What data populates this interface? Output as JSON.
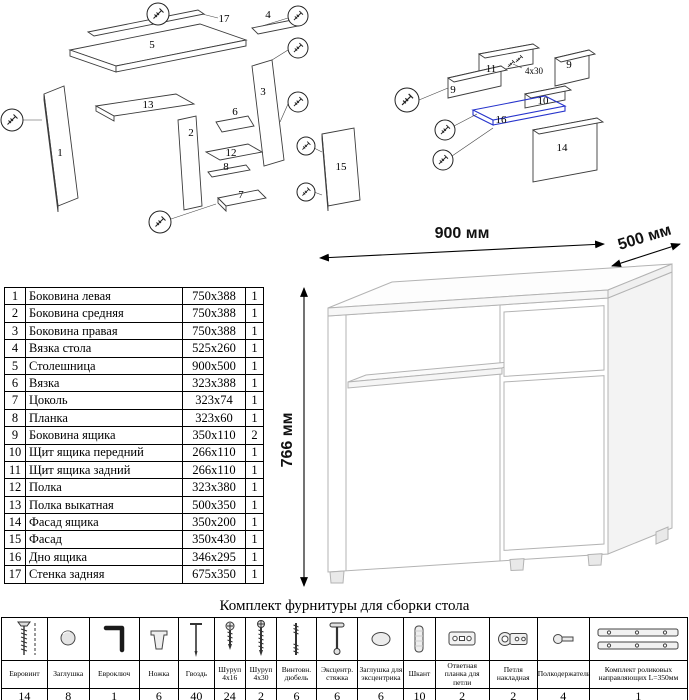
{
  "desk_dimensions": {
    "width": "900 мм",
    "depth": "500 мм",
    "height": "766 мм"
  },
  "main_diagram": {
    "labels": {
      "p5": "5",
      "p17": "17",
      "p4": "4",
      "p1": "1",
      "p13": "13",
      "p2": "2",
      "p3": "3",
      "p6": "6",
      "p12": "12",
      "p8": "8",
      "p7": "7",
      "p15": "15"
    }
  },
  "drawer_diagram": {
    "labels": {
      "p11": "11",
      "p9a": "9",
      "p9b": "9",
      "p10": "10",
      "p16": "16",
      "p14": "14"
    },
    "screw_note": "4x30"
  },
  "parts_table": {
    "rows": [
      {
        "num": "1",
        "name": "Боковина левая",
        "size": "750x388",
        "qty": "1"
      },
      {
        "num": "2",
        "name": "Боковина средняя",
        "size": "750x388",
        "qty": "1"
      },
      {
        "num": "3",
        "name": "Боковина правая",
        "size": "750x388",
        "qty": "1"
      },
      {
        "num": "4",
        "name": "Вязка стола",
        "size": "525x260",
        "qty": "1"
      },
      {
        "num": "5",
        "name": "Столешница",
        "size": "900x500",
        "qty": "1"
      },
      {
        "num": "6",
        "name": "Вязка",
        "size": "323x388",
        "qty": "1"
      },
      {
        "num": "7",
        "name": "Цоколь",
        "size": "323x74",
        "qty": "1"
      },
      {
        "num": "8",
        "name": "Планка",
        "size": "323x60",
        "qty": "1"
      },
      {
        "num": "9",
        "name": "Боковина ящика",
        "size": "350x110",
        "qty": "2"
      },
      {
        "num": "10",
        "name": "Щит ящика передний",
        "size": "266x110",
        "qty": "1"
      },
      {
        "num": "11",
        "name": "Щит ящика задний",
        "size": "266x110",
        "qty": "1"
      },
      {
        "num": "12",
        "name": "Полка",
        "size": "323x380",
        "qty": "1"
      },
      {
        "num": "13",
        "name": "Полка выкатная",
        "size": "500x350",
        "qty": "1"
      },
      {
        "num": "14",
        "name": "Фасад ящика",
        "size": "350x200",
        "qty": "1"
      },
      {
        "num": "15",
        "name": "Фасад",
        "size": "350x430",
        "qty": "1"
      },
      {
        "num": "16",
        "name": "Дно ящика",
        "size": "346x295",
        "qty": "1"
      },
      {
        "num": "17",
        "name": "Стенка задняя",
        "size": "675x350",
        "qty": "1"
      }
    ]
  },
  "hardware": {
    "title": "Комплект фурнитуры для сборки стола",
    "items": [
      {
        "name": "Евровинт",
        "qty": "14"
      },
      {
        "name": "Заглушка",
        "qty": "8"
      },
      {
        "name": "Евроключ",
        "qty": "1"
      },
      {
        "name": "Ножка",
        "qty": "6"
      },
      {
        "name": "Гвоздь",
        "qty": "40"
      },
      {
        "name": "Шуруп 4x16",
        "qty": "24"
      },
      {
        "name": "Шуруп 4x30",
        "qty": "2"
      },
      {
        "name": "Винтовн. дюбель",
        "qty": "6"
      },
      {
        "name": "Эксцентр. стяжка",
        "qty": "6"
      },
      {
        "name": "Заглушка для эксцентрика",
        "qty": "6"
      },
      {
        "name": "Шкант",
        "qty": "10"
      },
      {
        "name": "Ответная планка для петли",
        "qty": "2"
      },
      {
        "name": "Петля накладная",
        "qty": "2"
      },
      {
        "name": "Полкодержатель",
        "qty": "4"
      },
      {
        "name": "Комплект роликовых направляющих L=350мм",
        "qty": "1"
      }
    ]
  }
}
